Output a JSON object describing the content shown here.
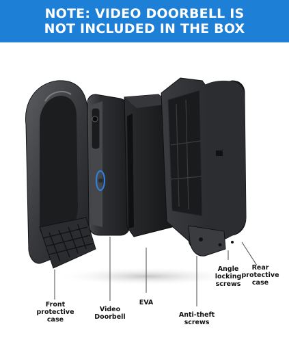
{
  "banner": {
    "line1": "NOTE: VIDEO DOORBELL IS",
    "line2": "NOT INCLUDED IN THE BOX",
    "background": "#1d7fd6",
    "text_color": "#ffffff"
  },
  "labels": {
    "front_case": [
      "Front",
      "protective",
      "case"
    ],
    "video_doorbell": [
      "Video",
      "Doorbell"
    ],
    "eva": "EVA",
    "anti_theft": [
      "Anti-theft",
      "screws"
    ],
    "angle_screws": [
      "Angle",
      "locking",
      "screws"
    ],
    "rear_case": [
      "Rear",
      "protective",
      "case"
    ]
  },
  "colors": {
    "accent_ring": "#2f7fe0",
    "part_body": "#2a2b2d",
    "part_highlight": "#5a5c60"
  }
}
